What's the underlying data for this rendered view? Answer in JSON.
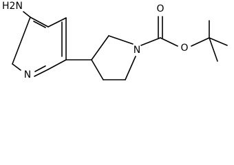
{
  "molecule": {
    "atoms": [
      {
        "id": "amine",
        "label": "H2N"
      },
      {
        "id": "pyridine-n",
        "label": "N"
      },
      {
        "id": "pyrrolidine-n",
        "label": "N"
      },
      {
        "id": "carbonyl-o",
        "label": "O"
      },
      {
        "id": "ester-o",
        "label": "O"
      }
    ]
  }
}
